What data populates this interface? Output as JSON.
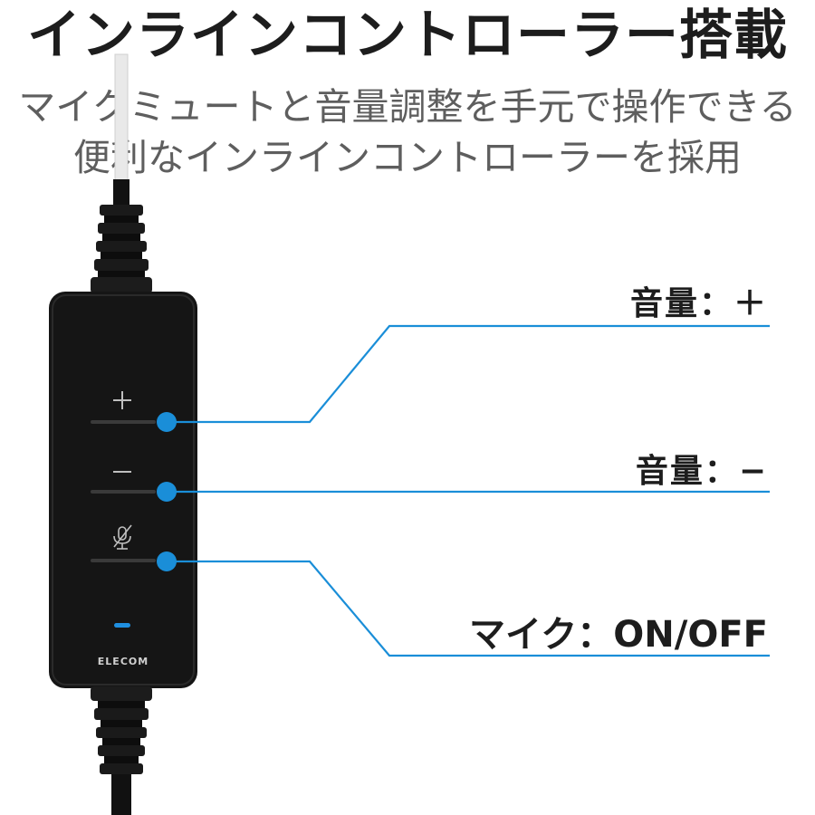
{
  "title": "インラインコントローラー搭載",
  "subtitle": {
    "line1": "マイクミュートと音量調整を手元で操作できる",
    "line2": "便利なインラインコントローラーを採用"
  },
  "controller": {
    "plus_symbol": "+",
    "minus_symbol": "−",
    "brand": "ELECOM",
    "mic_icon": "mic-mute-icon",
    "led_color": "#1f8fe0"
  },
  "callouts": {
    "volume_up": "音量：＋",
    "volume_down": "音量：−",
    "mic": "マイク：ON/OFF"
  },
  "colors": {
    "callout_line": "#1a8ed8",
    "body": "#151515"
  }
}
